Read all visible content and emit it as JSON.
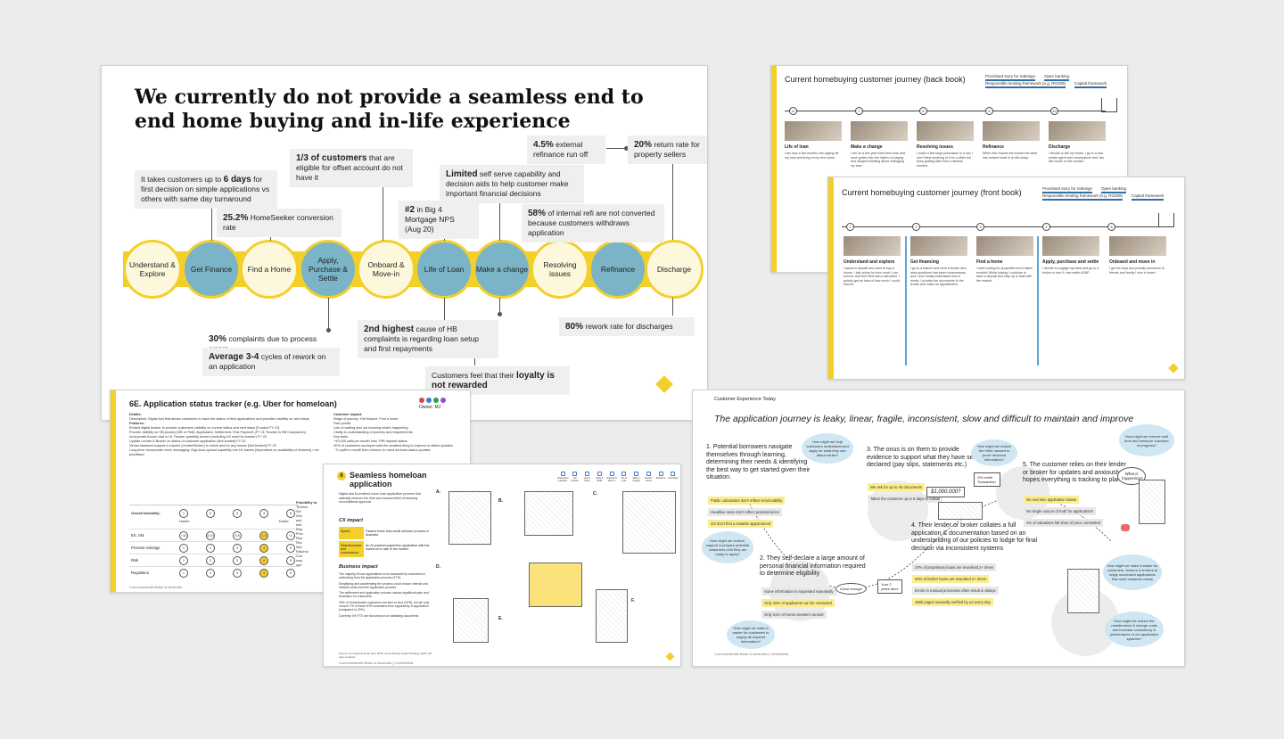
{
  "main": {
    "title": "We currently do not provide a seamless end to end home buying and in-life experience",
    "stages": [
      {
        "label": "Understand & Explore",
        "style": "light"
      },
      {
        "label": "Get Finance",
        "style": "blue"
      },
      {
        "label": "Find a Home",
        "style": "light"
      },
      {
        "label": "Apply, Purchase & Settle",
        "style": "blue"
      },
      {
        "label": "Onboard & Move-in",
        "style": "light"
      },
      {
        "label": "Life of Loan",
        "style": "blue"
      },
      {
        "label": "Make a change",
        "style": "blue"
      },
      {
        "label": "Resolving issues",
        "style": "light"
      },
      {
        "label": "Refinance",
        "style": "blue"
      },
      {
        "label": "Discharge",
        "style": "light"
      }
    ],
    "callouts": {
      "c1_pre": "It takes customers up to ",
      "c1_bold": "6 days",
      "c1_post": " for first decision on simple applications vs others with same day turnaround",
      "c2_bold": "25.2%",
      "c2_post": " HomeSeeker conversion rate",
      "c3_bold": "1/3 of customers",
      "c3_post": " that are eligible for offset account do not have it",
      "c4_bold": "#2",
      "c4_post": " in Big 4 Mortgage NPS (Aug 20)",
      "c5_bold": "Limited",
      "c5_post": " self serve capability and decision aids to help customer make important financial decisions",
      "c6_bold": "4.5%",
      "c6_post": " external refinance run off",
      "c7_bold": "20%",
      "c7_post": " return rate for property sellers",
      "c8_bold": "58%",
      "c8_post": " of internal refi are not converted because customers withdraws application",
      "c9_bold": "30%",
      "c9_post": " complaints due to process errors",
      "c10_bold": "Average 3-4",
      "c10_post": " cycles of rework on an application",
      "c11_bold": "2nd highest",
      "c11_post": " cause of HB complaints is regarding loan setup and first repayments",
      "c12_bold": "80%",
      "c12_post": " rework rate for discharges",
      "c13_pre": "Customers feel that their ",
      "c13_bold": "loyalty is not rewarded"
    }
  },
  "back_book": {
    "title": "Current homebuying customer journey (back book)",
    "legend": [
      "Prioritised story for redesign",
      "Open banking",
      "Responsible lending framework (e.g. RG209)",
      "Capital framework"
    ],
    "nodes": [
      "6",
      "7",
      "8",
      "9",
      "10"
    ],
    "columns": [
      {
        "head": "Life of loan",
        "text": "I am now a few months into paying off my loan and living in my new home."
      },
      {
        "head": "Make a change",
        "text": "I am on a two year fixed term loan and have gotten into the rhythm of paying and stopped thinking about managing my loan."
      },
      {
        "head": "Resolving issues",
        "text": "I make a few large purchases in a row. I don't think anything of it for a while but keep getting calls from a random number."
      },
      {
        "head": "Refinance",
        "text": "When Alex leaves the branch the teller has noticed what is on file today."
      },
      {
        "head": "Discharge",
        "text": "I decide to sell my home. I go to a real estate agent and conveyancer and Jan like house so the auction."
      }
    ]
  },
  "front_book": {
    "title": "Current homebuying customer journey (front book)",
    "legend": [
      "Prioritised story for redesign",
      "Open banking",
      "Responsible lending framework (e.g. RG209)",
      "Capital framework"
    ],
    "nodes": [
      "1",
      "2",
      "3",
      "4",
      "5"
    ],
    "columns": [
      {
        "head": "Understand and explore",
        "text": "I saved a deposit and want to buy a house. I talk online for how much I can borrow, and find CBA has a calculator. I quickly get an idea of how much I could borrow."
      },
      {
        "head": "Get financing",
        "text": "I go to a branch and meet a lender who asks questions that seem unnecessary and I don't really understand how it works. I provide the documents to the lender and make an appointment."
      },
      {
        "head": "Find a home",
        "text": "I start looking for properties and it takes months! While looking I continue to save a deposit and stay up to date with the market."
      },
      {
        "head": "Apply, purchase and settle",
        "text": "I decide to engage my bank and go to a broker to see if I can settle ASAP."
      },
      {
        "head": "Onboard and move in",
        "text": "I get the keys and proudly announce to friends and family I own a home!"
      }
    ]
  },
  "tracker": {
    "title": "6E. Application status tracker (e.g. Uber for homeloan)",
    "owner": "Owner: MJ",
    "details_label": "Details:",
    "impact_label": "Customer impact:",
    "description": "Description: Digital tool that allows customers to track the status of their applications and provides visibility on next steps",
    "features_label": "Features:",
    "features": [
      "Embed digital tracker to provide customers visibility on current status and next steps [Funded FY 21]",
      "Provide visibility on HB journey (HB or Refi): Application, Settlement, First Payment (FY 21 Funded in HB Companion)",
      "Incorporate Arcani chat in HL Tracker (partially funded excluding UX need for tracker) FY 23",
      "Update Lender & Broker on status of customer application [Not funded] FY 23",
      "Virtual assistant support in tracker (Lender/Broker) to check and for any issues [Not funded] FY 23",
      "Long term: incorporate more messaging, Digi-docs upload capability into HL tracker [dependent on availability of features] / not prioritised"
    ],
    "impact": [
      "Stage of journey: Get finance, Find a home",
      "Pain points:",
      "Lots of waiting and not knowing what's happening",
      "Clarity & understanding of process and requirements",
      "Key stats:",
      "~90,000 calls per month from TPB request status",
      "30% of customers surveyed said the smallest thing to improve is status updates",
      "~7x uplift in month from brokers on need decision status updates"
    ],
    "feasibility_label": "Overall feasibility:",
    "feasibility_scale": [
      "1",
      "2",
      "3",
      "4",
      "5"
    ],
    "feasibility_low": "Harder",
    "feasibility_high": "Easier",
    "rows": [
      {
        "name": "ES, SM",
        "values": [
          "<10",
          "5-10",
          "3-5",
          "1-3",
          "<1"
        ],
        "pick": 3
      },
      {
        "name": "Process redesign",
        "values": [
          "1",
          "2",
          "3",
          "4",
          "5"
        ],
        "pick": 3
      },
      {
        "name": "Risk",
        "values": [
          "1",
          "2",
          "3",
          "4",
          "5"
        ],
        "pick": 3
      },
      {
        "name": "Regulation",
        "values": [
          "1",
          "2",
          "3",
          "4",
          "5"
        ],
        "pick": 3
      }
    ],
    "feas_right_label": "Feasibility ra",
    "feas_right_items": [
      "Technol",
      "Sel",
      "Des",
      "and",
      "Inte",
      "Dep",
      "Proc",
      "Reu",
      "Dev",
      "Wel",
      "Risk/ma",
      "Curr",
      "may",
      "upd"
    ],
    "footer": "Commonwealth Bank of Australia"
  },
  "seamless": {
    "number": "6",
    "title": "Seamless homeloan application",
    "intro": "Digital and AI-enabled home loan application process that radically reduces the time and manual effort of securing unconditional approval.",
    "cx_label": "CX impact",
    "cx_rows": [
      {
        "tag": "Speed",
        "text": "Fastest home loan credit decision process in Australia"
      },
      {
        "tag": "Seamlessness and convenience",
        "text": "An AI powered paperless application with the lowest error rate in the market"
      }
    ],
    "biz_label": "Business impact",
    "biz": [
      "The majority of loan applications to be assessed by customers in minimising from the application process (37%)",
      "Simplifying and accelerating the process could reduce internal and network costs from the application process",
      "The settlement and application process causes significant pain and frustration for customers.",
      "18% of HomeSeeker customers are time to lend (NTB), but we only convert 7% of those NTB customers from opportunity to application (compared to 29%)",
      "Currently 3% FTE are focused just on validating documents"
    ],
    "source": "Source: HomeQuest Deep Dive 2019, Home Buying Digital Strategy 2019, HB team analysis",
    "footer": "Commonwealth Bank of Australia  |  Confidential",
    "panels": [
      "A.",
      "B.",
      "C.",
      "D.",
      "E.",
      "F."
    ],
    "stage_icons": [
      "Understand & Explore",
      "Get Finance",
      "Find a Home",
      "Apply & Settle",
      "Onboard & Move In",
      "Life of Loan",
      "Make a Change",
      "Resolve Issues",
      "Refinance",
      "Discharge"
    ]
  },
  "cx": {
    "header": "Customer Experience Today",
    "title": "The application journey is leaky, linear, fragile, inconsistent, slow and difficult to maintain and improve",
    "steps": [
      "1. Potential borrowers navigate themselves through learning, determining their needs & identifying the best way to get started given their situation.",
      "2. They self-declare a large amount of personal financial information required to determine eligibility",
      "3. The onus is on them to provide evidence to support what they have self-declared (pay slips, statements etc.)",
      "4. Their lender or broker collates a full application & documentation based on an understanding of our policies to lodge for final decision via inconsistent systems",
      "5. The customer relies on their lender or broker for updates and anxiously hopes everything is tracking to plan"
    ],
    "labels": {
      "s1a": "Public calculators don't reflect serviceability",
      "s1b": "Headline rates don't reflect potential price",
      "s1c": "2/3 don't find a suitable appointment",
      "s2a": "Some information is requested repeatedly",
      "s2b": "Only 32% of applicants can be contacted",
      "s2c": "Only 31% of Home Seekers convert",
      "s3a": "We ask for up to 45 documents",
      "s3b": "Takes the customer up to 6 days to collate",
      "s4a": "27% of proprietary loans are reworked 2+ times",
      "s4b": "40% of broker loans are reworked 2+ times",
      "s4c": "Errors in manual processes often result in delays",
      "s4d": "150k pages manually verified by us every day",
      "s5a": "No real time application status",
      "s5b": "No single source of truth for applications",
      "s5c": "4% of valuations fall short of price committed"
    },
    "clouds": [
      "How might we help customers understand and apply for what they can afford earlier?",
      "How might we nurture, support & prepare potential customers until they are ready to apply?",
      "How might we reduce the effort needed to prove declared information?",
      "How might we remove wait time and reassure customer of progress?",
      "How might we make it easier for customers, brokers & lenders to lodge successful applications that meet customer needs",
      "How might we reduce the maintenance & change costs and increase consistency & performance of our application systems?",
      "How might we make it easier for customers to supply all required information?"
    ],
    "sketch_texts": [
      "$1,000,000?",
      "3% credit Transaction",
      "Close enough",
      "Your 2 years docs",
      "What is happening?"
    ],
    "footer": "Commonwealth Bank of Australia  |  Confidential"
  }
}
